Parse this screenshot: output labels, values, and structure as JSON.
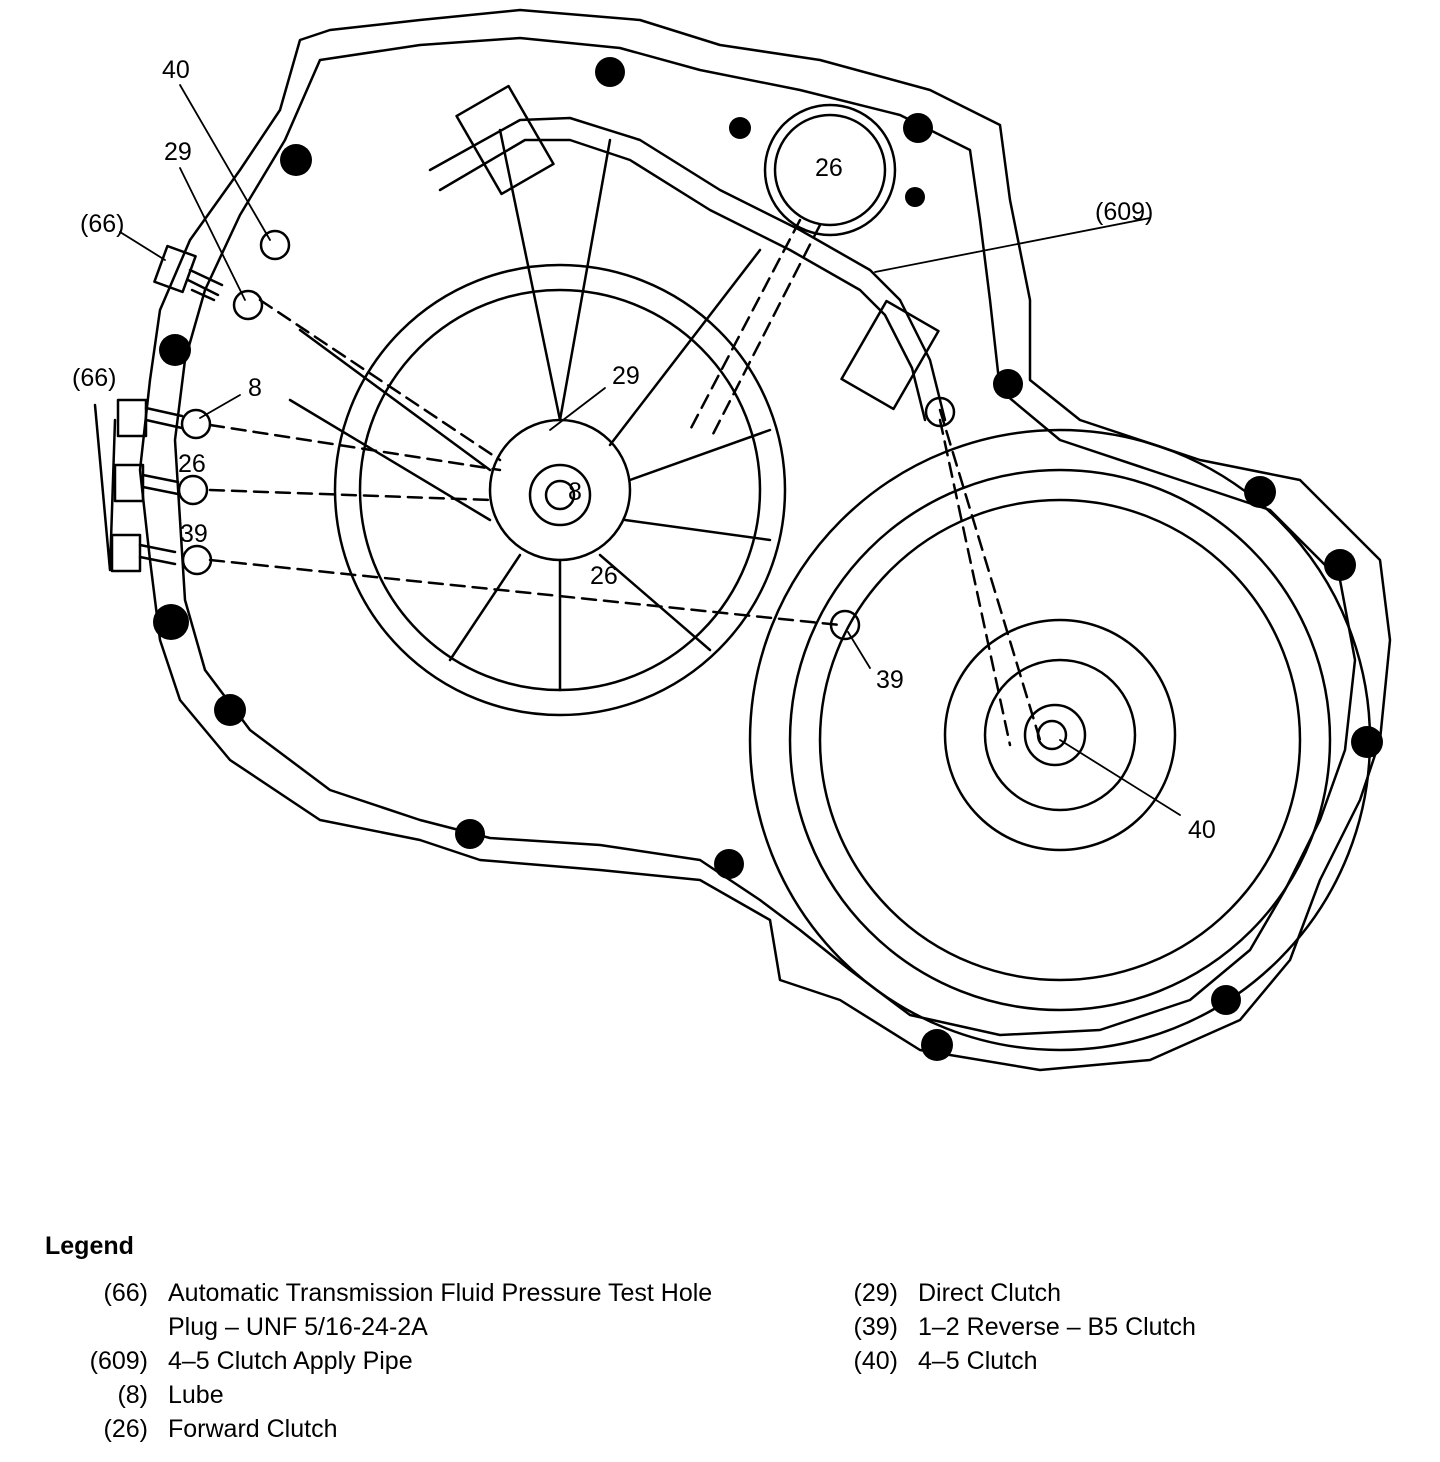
{
  "diagram": {
    "callouts": {
      "c66_top": "(66)",
      "c66_mid": "(66)",
      "c40_top": "40",
      "c29_top": "29",
      "c8_left": "8",
      "c26_left": "26",
      "c39_left": "39",
      "c29_center": "29",
      "c8_center": "8",
      "c26_center": "26",
      "c26_accum": "26",
      "c609": "(609)",
      "c39_right": "39",
      "c40_right": "40"
    }
  },
  "legend": {
    "title": "Legend",
    "left": [
      {
        "num": "(66)",
        "desc": "Automatic Transmission Fluid Pressure Test Hole Plug – UNF 5/16-24-2A"
      },
      {
        "num": "(609)",
        "desc": "4–5 Clutch Apply Pipe"
      },
      {
        "num": "(8)",
        "desc": "Lube"
      },
      {
        "num": "(26)",
        "desc": "Forward Clutch"
      }
    ],
    "right": [
      {
        "num": "(29)",
        "desc": "Direct Clutch"
      },
      {
        "num": "(39)",
        "desc": "1–2 Reverse – B5 Clutch"
      },
      {
        "num": "(40)",
        "desc": "4–5 Clutch"
      }
    ]
  }
}
